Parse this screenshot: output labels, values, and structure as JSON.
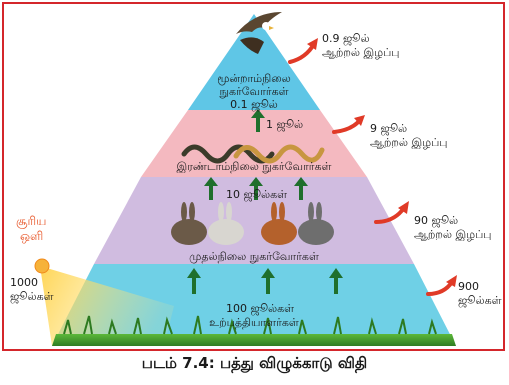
{
  "caption": "படம் 7.4: பத்து விழுக்காடு விதி",
  "sun": {
    "label_line1": "சூரிய",
    "label_line2": "ஒளி",
    "energy_value": "1000",
    "energy_unit": "ஜூல்கள்"
  },
  "levels": {
    "tertiary": {
      "name_line1": "மூன்றாம்நிலை",
      "name_line2": "நுகர்வோர்கள்",
      "energy": "0.1 ஜூல்"
    },
    "secondary": {
      "name": "இரண்டாம்நிலை நுகர்வோர்கள்",
      "energy": "1 ஜூல்"
    },
    "primary": {
      "name": "முதல்நிலை நுகர்வோர்கள்",
      "energy": "10 ஜூல்கள்"
    },
    "producers": {
      "name": "உற்பத்தியாளர்கள்",
      "energy": "100 ஜூல்கள்"
    }
  },
  "losses": [
    {
      "value": "0.9 ஜூல்",
      "text": "ஆற்றல் இழப்பு"
    },
    {
      "value": "9 ஜூல்",
      "text": "ஆற்றல் இழப்பு"
    },
    {
      "value": "90 ஜூல்",
      "text": "ஆற்றல் இழப்பு"
    },
    {
      "value": "900",
      "text": "ஜூல்கள்"
    }
  ],
  "colors": {
    "frame": "#d4262b",
    "tier_top": "#5fc6e6",
    "tier_second": "#f4b9c0",
    "tier_third": "#d0bce0",
    "tier_base": "#6fd0e6",
    "grass": "#3c9a2e",
    "arrow_green": "#1f6f2c",
    "arrow_red": "#e03a27",
    "sun": "#f6b23a"
  }
}
